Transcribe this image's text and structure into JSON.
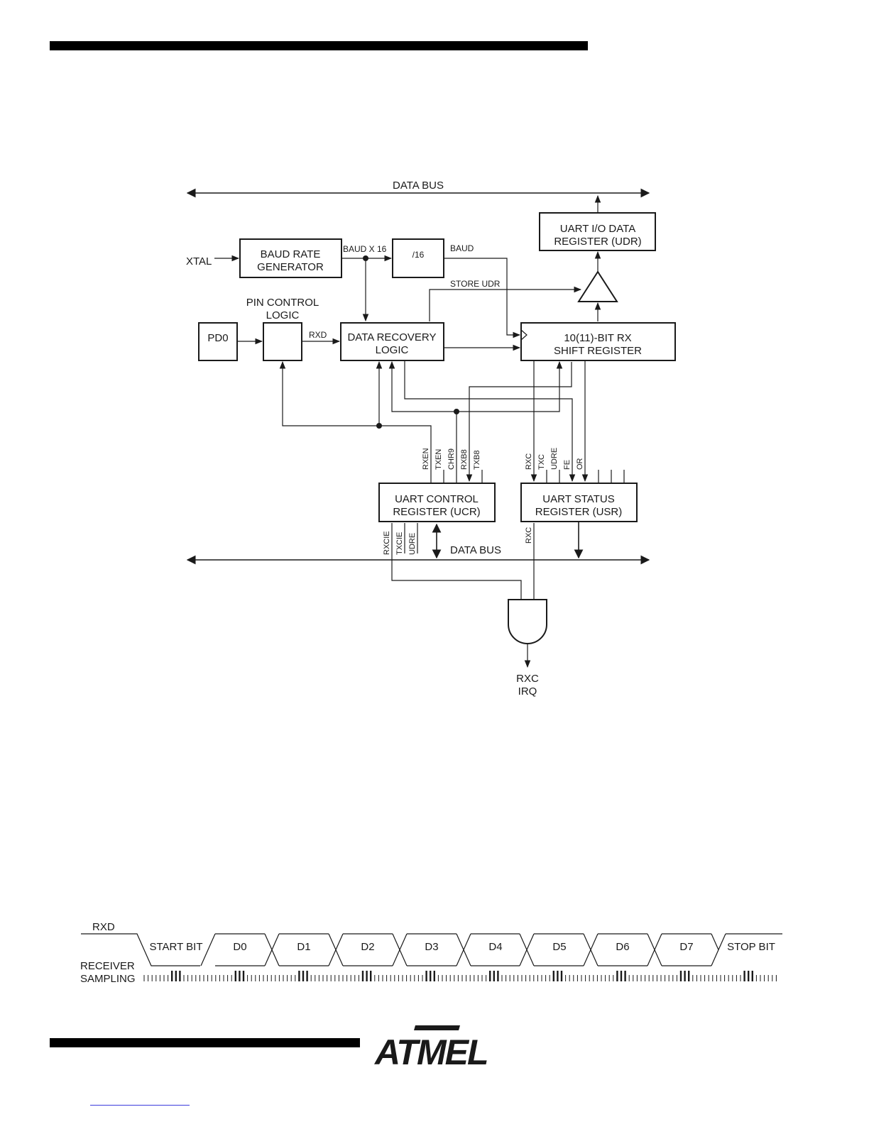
{
  "block_diagram": {
    "data_bus_top": "DATA BUS",
    "data_bus_bottom": "DATA BUS",
    "xtal": "XTAL",
    "baud_rate_generator": [
      "BAUD RATE",
      "GENERATOR"
    ],
    "baud_x16": "BAUD X 16",
    "div16": "/16",
    "baud": "BAUD",
    "udr": [
      "UART I/O DATA",
      "REGISTER (UDR)"
    ],
    "store_udr": "STORE UDR",
    "pin_control_logic": [
      "PIN CONTROL",
      "LOGIC"
    ],
    "pd0": "PD0",
    "rxd": "RXD",
    "data_recovery_logic": [
      "DATA RECOVERY",
      "LOGIC"
    ],
    "shift_register": [
      "10(11)-BIT RX",
      "SHIFT REGISTER"
    ],
    "ucr_bits_top": [
      "RXEN",
      "TXEN",
      "CHR9",
      "RXB8",
      "TXB8"
    ],
    "usr_bits_top": [
      "RXC",
      "TXC",
      "UDRE",
      "FE",
      "OR"
    ],
    "ucr": [
      "UART CONTROL",
      "REGISTER (UCR)"
    ],
    "usr": [
      "UART STATUS",
      "REGISTER (USR)"
    ],
    "ucr_bits_bottom": [
      "RXCIE",
      "TXCIE",
      "UDRE"
    ],
    "usr_bit_bottom": "RXC",
    "irq": [
      "RXC",
      "IRQ"
    ]
  },
  "timing_diagram": {
    "signal": "RXD",
    "sampling_label": [
      "RECEIVER",
      "SAMPLING"
    ],
    "frames": [
      "START BIT",
      "D0",
      "D1",
      "D2",
      "D3",
      "D4",
      "D5",
      "D6",
      "D7",
      "STOP BIT"
    ]
  },
  "logo": "ATMEL"
}
